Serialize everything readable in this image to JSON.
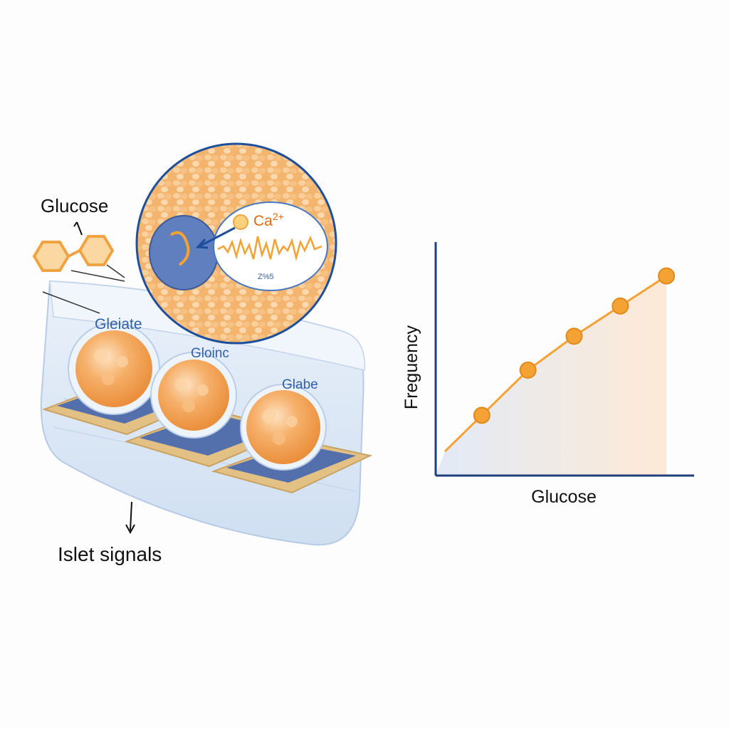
{
  "labels": {
    "glucose_top": "Glucose",
    "ca_label": "Ca",
    "ca_superscript": "2+",
    "islet_a": "Gleiate",
    "islet_b": "Gloinc",
    "islet_c": "Glabe",
    "islet_signals": "Islet signals",
    "inset_small_text": "Z%5"
  },
  "chart_data": {
    "type": "line",
    "title": "",
    "xlabel": "Glucose",
    "ylabel": "Freguency",
    "series": [
      {
        "name": "",
        "x": [
          1,
          2,
          3,
          4,
          5
        ],
        "y": [
          1.6,
          2.8,
          3.7,
          4.5,
          5.3
        ]
      }
    ],
    "xlim": [
      0,
      5.6
    ],
    "ylim": [
      0,
      6.2
    ],
    "grid": false,
    "area_fill": true
  },
  "colors": {
    "accent_orange": "#f5a234",
    "axis_navy": "#1f3f7a",
    "label_blue": "#2f5fa8",
    "tray_blue": "#dbe7f5",
    "plate_navy": "#4e6aa8",
    "plate_gold": "#e8c98c"
  }
}
